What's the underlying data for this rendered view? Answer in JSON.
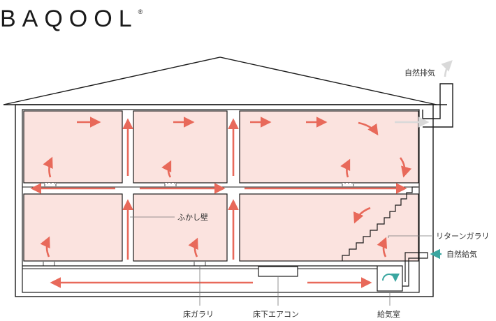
{
  "brand": {
    "name": "BAQOOL",
    "mark": "®"
  },
  "labels": {
    "natural_exhaust": "自然排気",
    "furring_wall": "ふかし壁",
    "return_gallery": "リターンガラリ",
    "natural_supply": "自然給気",
    "floor_gallery": "床ガラリ",
    "underfloor_ac": "床下エアコン",
    "supply_chamber": "給気室"
  },
  "colors": {
    "room_fill": "#fbe3df",
    "airflow": "#e8695a",
    "exhaust": "#d9d9d9",
    "supply": "#3aa6a0",
    "line": "#1a1a1a",
    "leader": "#777777"
  }
}
